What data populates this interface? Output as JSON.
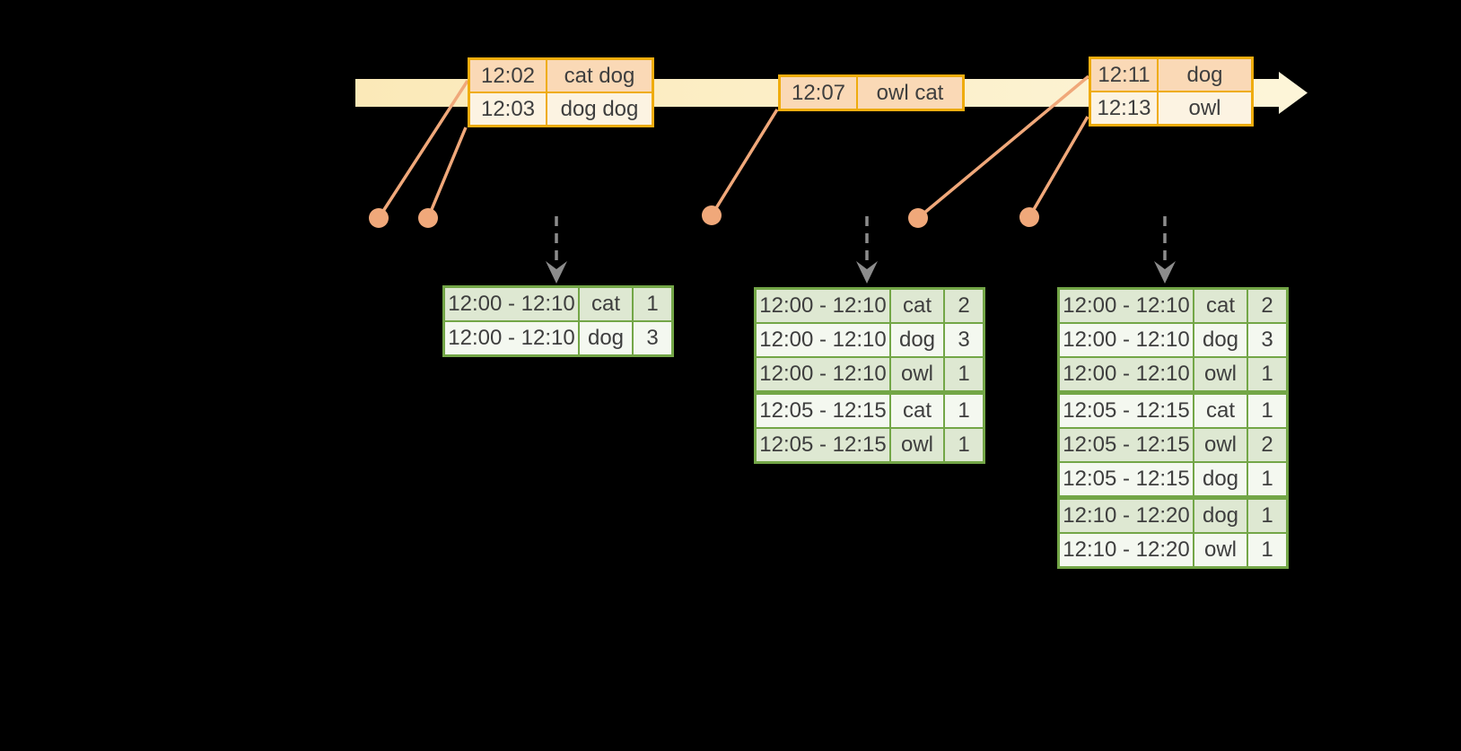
{
  "colors": {
    "background": "#000000",
    "timeline_band_start": "#FBE9B8",
    "timeline_band_end": "#FDF5D8",
    "event_table_border": "#EFAC0D",
    "event_row_peach": "#FAD9B6",
    "event_row_cream": "#FCF3E2",
    "result_table_border": "#73A647",
    "result_row_green": "#DEE8D2",
    "result_row_white": "#F4F8F0",
    "connector_salmon": "#F0A87A",
    "trigger_arrow_gray": "#8C8C8C",
    "text": "#3E3E3E"
  },
  "event_tables": [
    {
      "rows": [
        {
          "cells": [
            "12:02",
            "cat dog"
          ]
        },
        {
          "cells": [
            "12:03",
            "dog dog"
          ]
        }
      ]
    },
    {
      "rows": [
        {
          "cells": [
            "12:07",
            "owl cat"
          ]
        }
      ]
    },
    {
      "rows": [
        {
          "cells": [
            "12:11",
            "dog"
          ]
        },
        {
          "cells": [
            "12:13",
            "owl"
          ]
        }
      ]
    }
  ],
  "result_tables": [
    {
      "rows": [
        {
          "cells": [
            "12:00 - 12:10",
            "cat",
            "1"
          ]
        },
        {
          "cells": [
            "12:00 - 12:10",
            "dog",
            "3"
          ]
        }
      ]
    },
    {
      "rows": [
        {
          "cells": [
            "12:00 - 12:10",
            "cat",
            "2"
          ]
        },
        {
          "cells": [
            "12:00 - 12:10",
            "dog",
            "3"
          ]
        },
        {
          "cells": [
            "12:00 - 12:10",
            "owl",
            "1"
          ]
        },
        {
          "cells": [
            "12:05 - 12:15",
            "cat",
            "1"
          ],
          "new_group": true
        },
        {
          "cells": [
            "12:05 - 12:15",
            "owl",
            "1"
          ]
        }
      ]
    },
    {
      "rows": [
        {
          "cells": [
            "12:00 - 12:10",
            "cat",
            "2"
          ]
        },
        {
          "cells": [
            "12:00 - 12:10",
            "dog",
            "3"
          ]
        },
        {
          "cells": [
            "12:00 - 12:10",
            "owl",
            "1"
          ]
        },
        {
          "cells": [
            "12:05 - 12:15",
            "cat",
            "1"
          ],
          "new_group": true
        },
        {
          "cells": [
            "12:05 - 12:15",
            "owl",
            "2"
          ]
        },
        {
          "cells": [
            "12:05 - 12:15",
            "dog",
            "1"
          ]
        },
        {
          "cells": [
            "12:10 - 12:20",
            "dog",
            "1"
          ],
          "new_group": true
        },
        {
          "cells": [
            "12:10 - 12:20",
            "owl",
            "1"
          ]
        }
      ]
    }
  ]
}
